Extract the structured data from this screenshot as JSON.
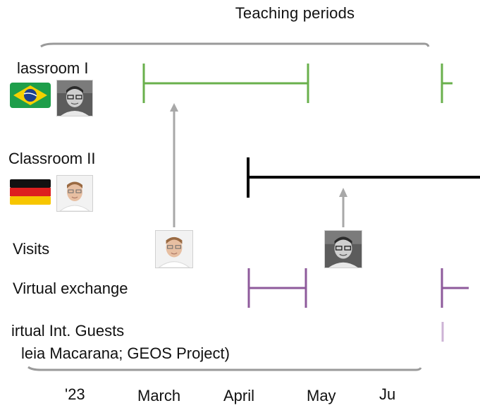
{
  "title": "Teaching periods",
  "rows": {
    "classroom_1": "lassroom I",
    "classroom_2": "Classroom II",
    "visits": "Visits",
    "virtual_exchange": "Virtual exchange",
    "virtual_guests_line1": "irtual Int. Guests",
    "virtual_guests_line2": "leia Macarana; GEOS Project)"
  },
  "axis": {
    "labels": [
      "'23",
      "March",
      "April",
      "May",
      "Ju"
    ]
  },
  "colors": {
    "classroom_1": "#6ab04c",
    "classroom_2": "#000000",
    "virtual_exchange": "#8e5a9b",
    "virtual_guests": "#cdb3d6",
    "arrow": "#a8a8a8",
    "frame": "#9a9a9a"
  },
  "icons": {
    "brazil_flag": "brazil-flag-icon",
    "germany_flag": "germany-flag-icon",
    "person_a": "portrait-person-a",
    "person_b": "portrait-person-b"
  }
}
